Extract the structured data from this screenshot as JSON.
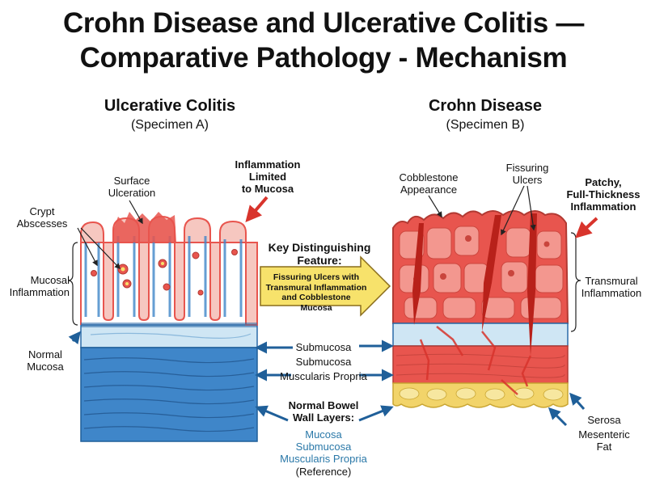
{
  "title": {
    "line1": "Crohn Disease and Ulcerative Colitis —",
    "line2": "Comparative Pathology - Mechanism"
  },
  "left": {
    "heading": "Ulcerative Colitis",
    "subheading": "(Specimen A)",
    "labels": {
      "surface_ulceration": [
        "Surface",
        "Ulceration"
      ],
      "crypt_abscesses": [
        "Crypt",
        "Abscesses"
      ],
      "mucosal_inflammation": [
        "Mucosal",
        "Inflammation"
      ],
      "normal_mucosa": [
        "Normal",
        "Mucosa"
      ],
      "inflammation_limited": [
        "Inflammation",
        "Limited",
        "to Mucosa"
      ]
    }
  },
  "right": {
    "heading": "Crohn Disease",
    "subheading": "(Specimen B)",
    "labels": {
      "cobblestone": [
        "Cobblestone",
        "Appearance"
      ],
      "fissuring_ulcers": [
        "Fissuring",
        "Ulcers"
      ],
      "patchy": [
        "Patchy,",
        "Full-Thickness",
        "Inflammation"
      ],
      "transmural": [
        "Transmural",
        "Inflammation"
      ],
      "serosa": "Serosa",
      "mesenteric_fat": [
        "Mesenteric",
        "Fat"
      ]
    }
  },
  "key_feature": {
    "title": [
      "Key Distinguishing",
      "Feature:"
    ],
    "text": [
      "Fissuring Ulcers with",
      "Transmural Inflammation",
      "and Cobblestone",
      "Mucosa"
    ]
  },
  "center_layers": {
    "submucosa_1": "Submucosa",
    "submucosa_2": "Submucosa",
    "muscularis": "Muscularis Propria"
  },
  "reference": {
    "title": [
      "Normal Bowel",
      "Wall Layers:"
    ],
    "items": [
      "Mucosa",
      "Submucosa",
      "Muscularis Propria"
    ],
    "note": "(Reference)"
  },
  "colors": {
    "inflamed_red": "#e8554e",
    "mucosa_pink": "#f6c7c0",
    "submucosa_light_blue": "#cfe6f4",
    "muscularis_blue": "#3f86c9",
    "fat_yellow": "#f2d46a",
    "arrow_blue": "#1f5f99",
    "arrow_red": "#d8342c",
    "key_arrow_yellow": "#f7e26b"
  }
}
